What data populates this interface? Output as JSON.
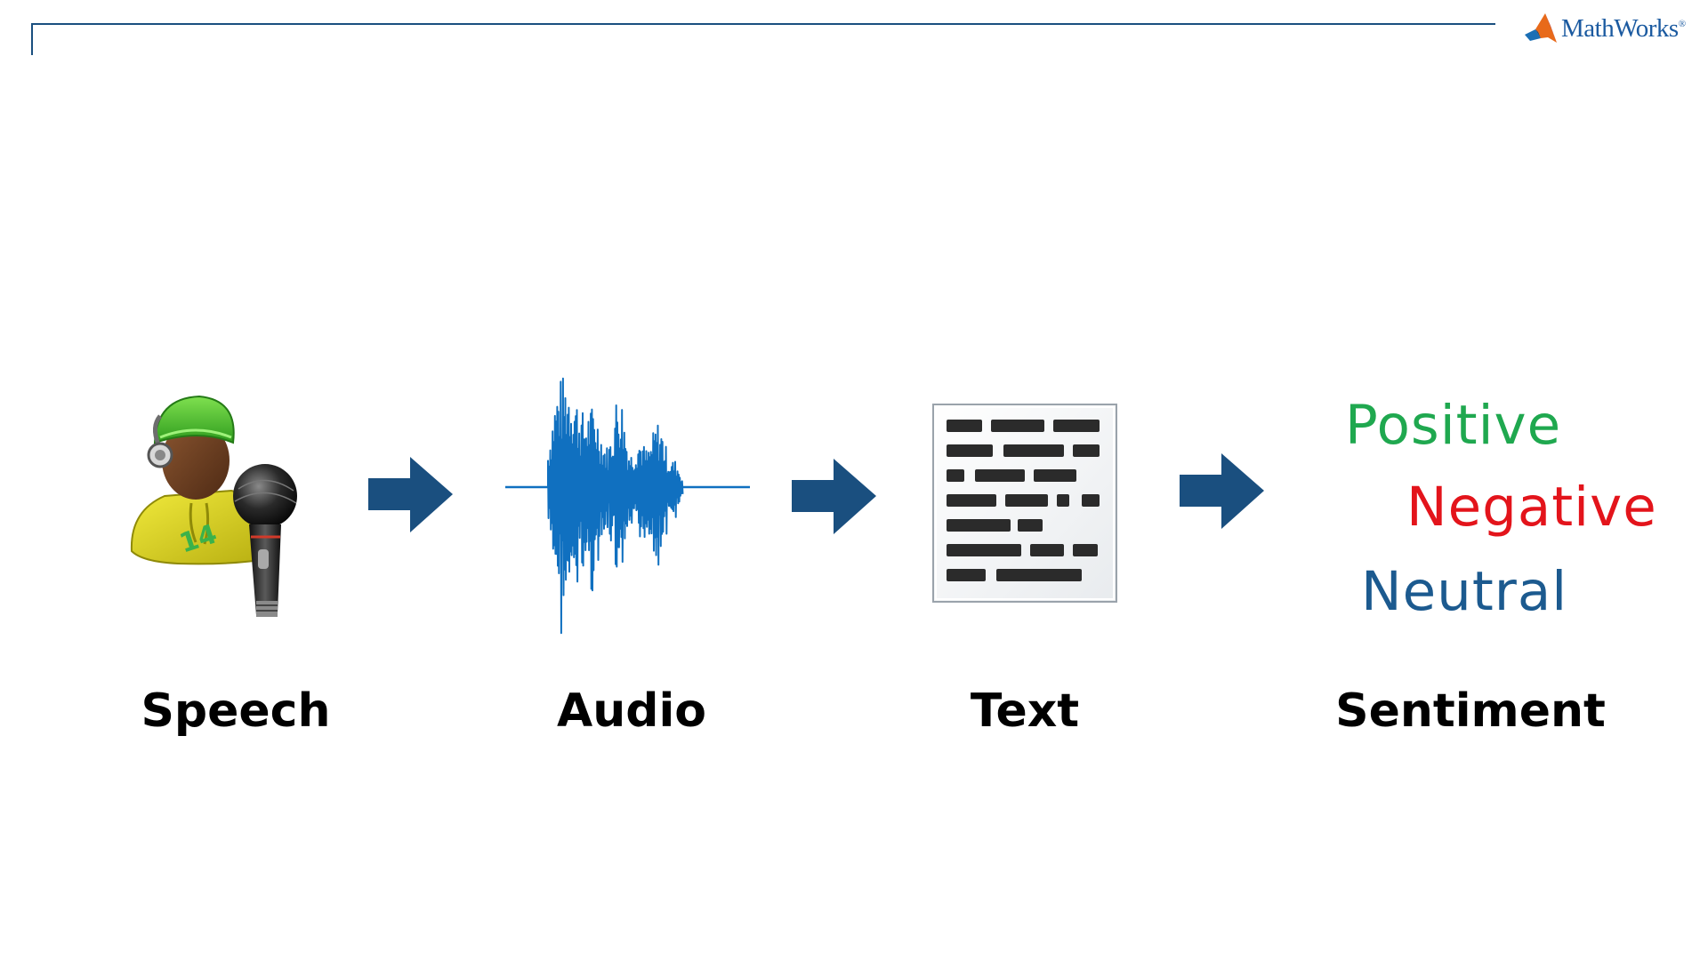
{
  "brand": {
    "logo_text": "MathWorks",
    "registered_mark": "®",
    "rule_color": "#1a4f7f",
    "arrow_color": "#1a4f7f"
  },
  "pipeline": {
    "stages": [
      {
        "label": "Speech",
        "icon": "speaker-with-microphone-icon"
      },
      {
        "label": "Audio",
        "icon": "audio-waveform-icon"
      },
      {
        "label": "Text",
        "icon": "text-document-icon"
      },
      {
        "label": "Sentiment",
        "icon": "sentiment-words"
      }
    ],
    "arrows": [
      "arrow-right-icon",
      "arrow-right-icon",
      "arrow-right-icon"
    ]
  },
  "sentiments": [
    {
      "label": "Positive",
      "color": "#1fa84f"
    },
    {
      "label": "Negative",
      "color": "#e3141b"
    },
    {
      "label": "Neutral",
      "color": "#1c5a8f"
    }
  ]
}
